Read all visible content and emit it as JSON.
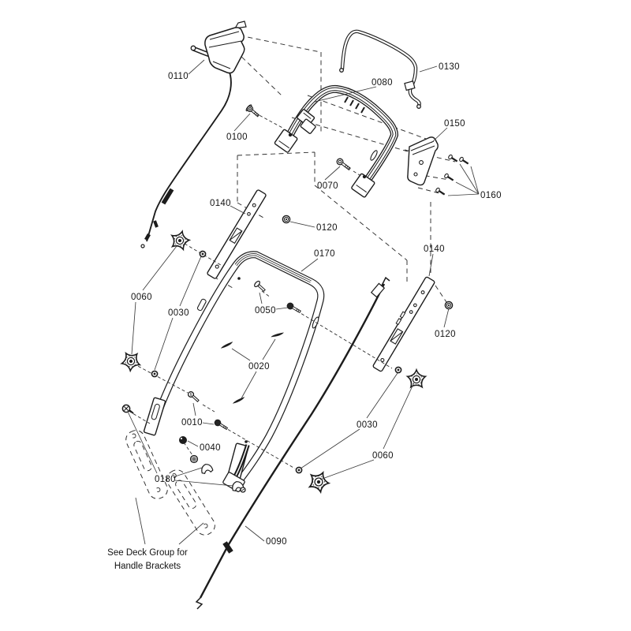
{
  "diagram": {
    "type": "exploded-parts-diagram",
    "background_color": "#ffffff",
    "line_color": "#1c1c1c",
    "note": {
      "line1": "See Deck Group for",
      "line2": "Handle Brackets"
    },
    "callouts": [
      {
        "part": "0110"
      },
      {
        "part": "0130"
      },
      {
        "part": "0080"
      },
      {
        "part": "0100"
      },
      {
        "part": "0150"
      },
      {
        "part": "0070"
      },
      {
        "part": "0160"
      },
      {
        "part": "0140"
      },
      {
        "part": "0120"
      },
      {
        "part": "0170"
      },
      {
        "part": "0060"
      },
      {
        "part": "0030"
      },
      {
        "part": "0050"
      },
      {
        "part": "0020"
      },
      {
        "part": "0140"
      },
      {
        "part": "0120"
      },
      {
        "part": "0010"
      },
      {
        "part": "0040"
      },
      {
        "part": "0030"
      },
      {
        "part": "0060"
      },
      {
        "part": "0180"
      },
      {
        "part": "0090"
      }
    ]
  }
}
